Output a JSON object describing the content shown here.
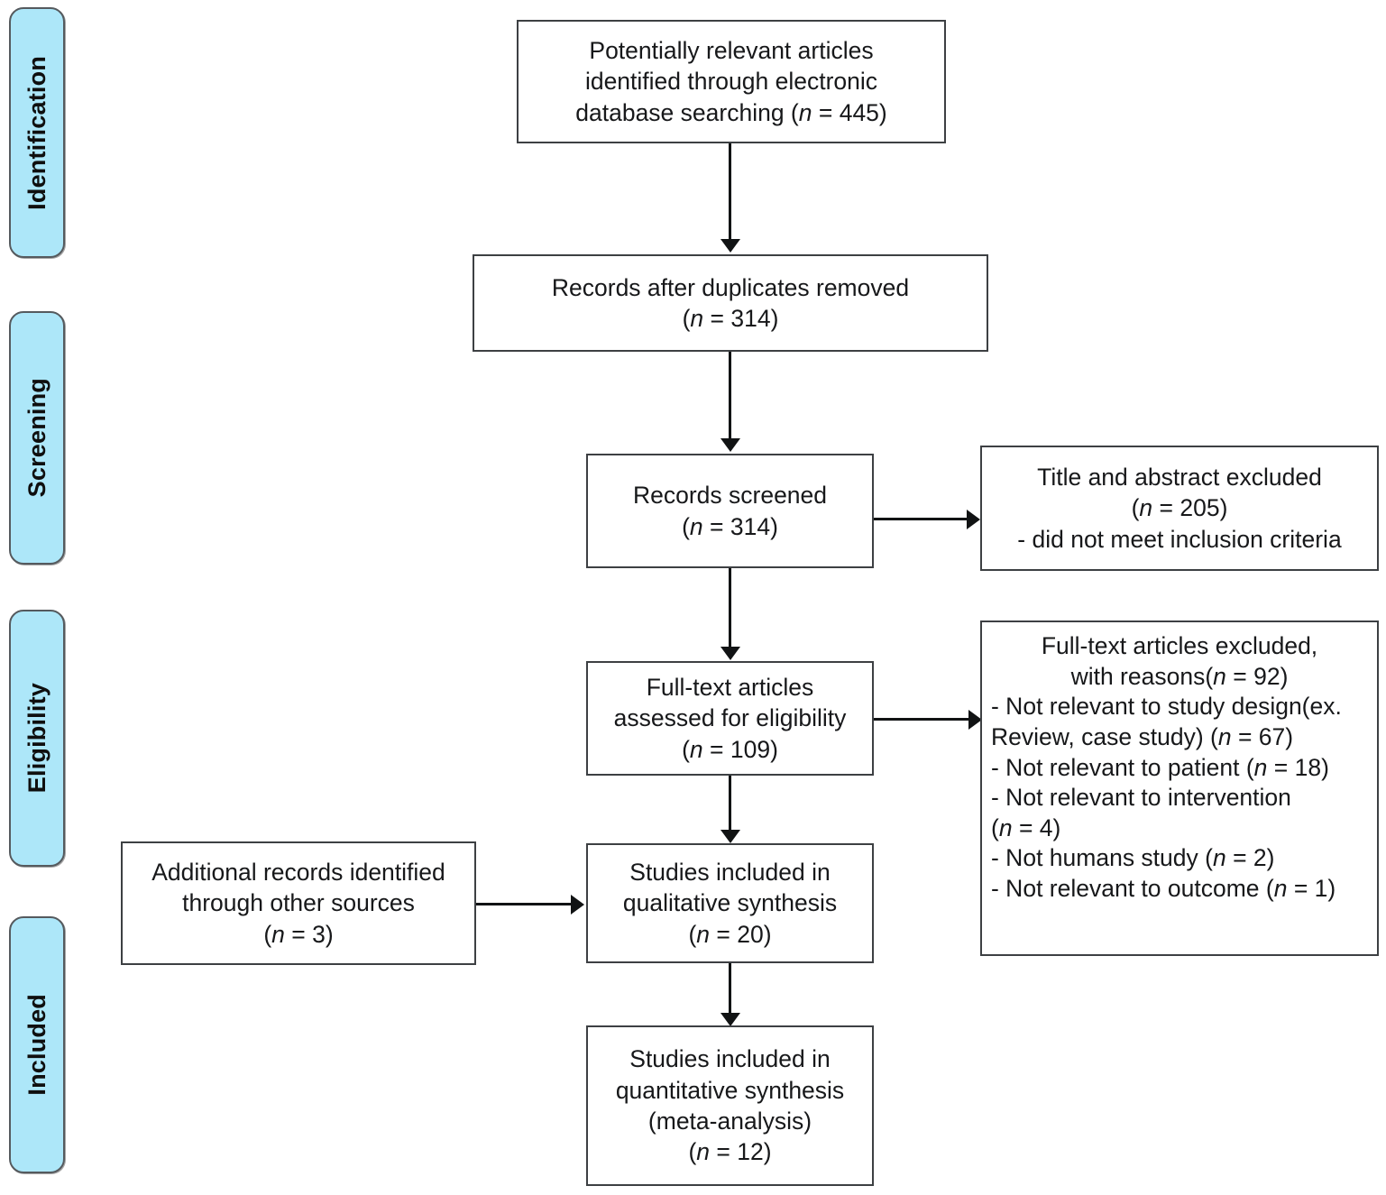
{
  "diagram": {
    "type": "prisma-flow-diagram",
    "title": "PRISMA study selection flow diagram",
    "accent_color": "#ade7f9",
    "border_color": "#3d4043",
    "connector_color": "#111314",
    "background_color": "#ffffff"
  },
  "stages": [
    {
      "id": "identification",
      "label": "Identification"
    },
    {
      "id": "screening",
      "label": "Screening"
    },
    {
      "id": "eligibility",
      "label": "Eligibility"
    },
    {
      "id": "included",
      "label": "Included"
    }
  ],
  "boxes": {
    "identified": {
      "lines": [
        "Potentially relevant articles",
        "identified through electronic",
        "database searching ("
      ],
      "n_symbol": "n",
      "n_equals": " = ",
      "n_value": "445",
      "n_close": ")",
      "count": 445
    },
    "duplicates_removed": {
      "line1": "Records after duplicates removed",
      "n_symbol": "n",
      "n_equals": " = ",
      "n_value": "314",
      "count": 314
    },
    "records_screened": {
      "line1": "Records screened",
      "n_symbol": "n",
      "n_equals": " = ",
      "n_value": "314",
      "count": 314
    },
    "title_abstract_excluded": {
      "line1": "Title and abstract excluded",
      "n_symbol": "n",
      "n_equals": " = ",
      "n_value": "205",
      "count": 205,
      "line3": "- did not meet inclusion criteria"
    },
    "fulltext_assessed": {
      "line1": "Full-text articles",
      "line2": "assessed for eligibility",
      "n_symbol": "n",
      "n_equals": " = ",
      "n_value": "109",
      "count": 109
    },
    "fulltext_excluded": {
      "heading1": "Full-text articles excluded,",
      "heading2_pre": "with reasons(",
      "heading2_n": "n",
      "heading2_eq": " = ",
      "heading2_val": "92",
      "heading2_post": ")",
      "total_excluded": 92,
      "reasons": [
        {
          "text_a": "- Not relevant to study design(ex.",
          "text_b": "Review, case study) (",
          "n_symbol": "n",
          "n_equals": " = ",
          "n_value": "67",
          "n_close": ")",
          "count": 67
        },
        {
          "text_a": "- Not relevant to patient (",
          "text_b": "",
          "n_symbol": "n",
          "n_equals": " = ",
          "n_value": "18",
          "n_close": ")",
          "count": 18
        },
        {
          "text_a": "- Not relevant to intervention",
          "text_b": " (",
          "n_symbol": "n",
          "n_equals": " = ",
          "n_value": "4",
          "n_close": ")",
          "count": 4
        },
        {
          "text_a": "- Not humans study (",
          "text_b": "",
          "n_symbol": "n",
          "n_equals": " = ",
          "n_value": "2",
          "n_close": ")",
          "count": 2
        },
        {
          "text_a": "- Not relevant to outcome (",
          "text_b": "",
          "n_symbol": "n",
          "n_equals": " = ",
          "n_value": "1",
          "n_close": ")",
          "count": 1
        }
      ]
    },
    "additional_records": {
      "line1": "Additional records identified",
      "line2": "through other sources",
      "n_symbol": "n",
      "n_equals": " = ",
      "n_value": "3",
      "count": 3
    },
    "qualitative_synthesis": {
      "line1": "Studies included in",
      "line2": "qualitative synthesis",
      "n_symbol": "n",
      "n_equals": " = ",
      "n_value": "20",
      "count": 20
    },
    "quantitative_synthesis": {
      "line1": "Studies included in",
      "line2": "quantitative synthesis",
      "line3": "(meta-analysis)",
      "n_symbol": "n",
      "n_equals": " = ",
      "n_value": "12",
      "count": 12
    }
  },
  "connectors": [
    {
      "id": "identified-to-duplicates",
      "from": "identified",
      "to": "duplicates_removed",
      "direction": "down"
    },
    {
      "id": "duplicates-to-screened",
      "from": "duplicates_removed",
      "to": "records_screened",
      "direction": "down"
    },
    {
      "id": "screened-to-excluded",
      "from": "records_screened",
      "to": "title_abstract_excluded",
      "direction": "right"
    },
    {
      "id": "screened-to-fulltext",
      "from": "records_screened",
      "to": "fulltext_assessed",
      "direction": "down"
    },
    {
      "id": "fulltext-to-excluded",
      "from": "fulltext_assessed",
      "to": "fulltext_excluded",
      "direction": "right"
    },
    {
      "id": "fulltext-to-qualitative",
      "from": "fulltext_assessed",
      "to": "qualitative_synthesis",
      "direction": "down"
    },
    {
      "id": "additional-to-qualitative",
      "from": "additional_records",
      "to": "qualitative_synthesis",
      "direction": "right"
    },
    {
      "id": "qualitative-to-quantitative",
      "from": "qualitative_synthesis",
      "to": "quantitative_synthesis",
      "direction": "down"
    }
  ]
}
